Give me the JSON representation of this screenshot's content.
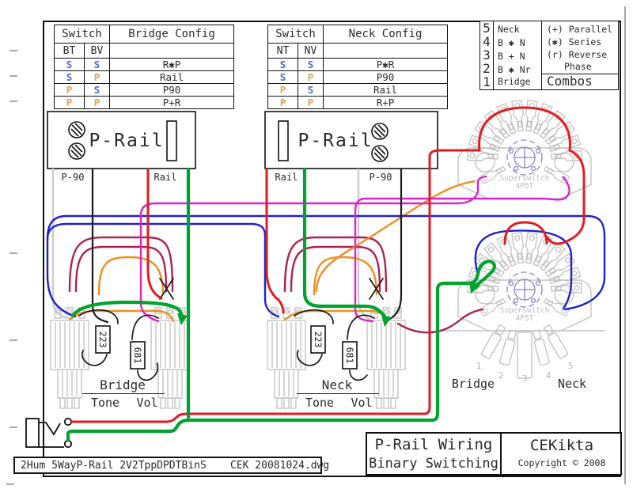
{
  "tables": {
    "bridge": {
      "switch_header": "Switch",
      "config_header": "Bridge Config",
      "col1": "BT",
      "col2": "BV",
      "rows": [
        {
          "t": "S",
          "v": "S",
          "config": "R✱P"
        },
        {
          "t": "S",
          "v": "P",
          "config": "Rail"
        },
        {
          "t": "P",
          "v": "S",
          "config": "P90"
        },
        {
          "t": "P",
          "v": "P",
          "config": "P+R"
        }
      ]
    },
    "neck": {
      "switch_header": "Switch",
      "config_header": "Neck Config",
      "col1": "NT",
      "col2": "NV",
      "rows": [
        {
          "t": "S",
          "v": "S",
          "config": "P✱R"
        },
        {
          "t": "S",
          "v": "P",
          "config": "P90"
        },
        {
          "t": "P",
          "v": "S",
          "config": "Rail"
        },
        {
          "t": "P",
          "v": "P",
          "config": "R+P"
        }
      ]
    }
  },
  "combos": {
    "positions": [
      {
        "num": "5",
        "label": "Neck"
      },
      {
        "num": "4",
        "label": "B ✱ N"
      },
      {
        "num": "3",
        "label": "B + N"
      },
      {
        "num": "2",
        "label": "B ✱ Nr"
      },
      {
        "num": "1",
        "label": "Bridge"
      }
    ],
    "legend": [
      "(+) Parallel",
      "(✱) Series",
      "(r) Reverse",
      "Phase"
    ],
    "title": "Combos"
  },
  "pickups": {
    "bridge": {
      "name": "P-Rail",
      "coil_left": "P-90",
      "coil_right": "Rail"
    },
    "neck": {
      "name": "P-Rail",
      "coil_left": "Rail",
      "coil_right": "P-90"
    }
  },
  "superswitch": {
    "label": "Superswitch",
    "type": "4P5T"
  },
  "selector": {
    "bridge_label": "Bridge",
    "neck_label": "Neck",
    "positions": [
      "1",
      "2",
      "3",
      "4",
      "5"
    ]
  },
  "pots": {
    "bridge": {
      "group": "Bridge",
      "tone": "Tone",
      "vol": "Vol",
      "tone_cap": "223",
      "vol_cap": "681"
    },
    "neck": {
      "group": "Neck",
      "tone": "Tone",
      "vol": "Vol",
      "tone_cap": "223",
      "vol_cap": "681"
    }
  },
  "titleblock": {
    "drawing_code": "2Hum 5WayP-Rail 2V2TppDPDTBinS",
    "file_name": "CEK 20081024.dwg",
    "title_line1": "P-Rail Wiring",
    "title_line2": "Binary Switching",
    "author": "CEKikta",
    "copyright": "Copyright © 2008"
  },
  "colors": {
    "hot_red": "#e11b22",
    "ground_green": "#00a32e",
    "blue": "#2020cc",
    "magenta": "#dd22cc",
    "crimson": "#aa2255",
    "orange": "#ef8e1f",
    "black": "#1a1a1a",
    "white_wire": "#cccccc"
  }
}
